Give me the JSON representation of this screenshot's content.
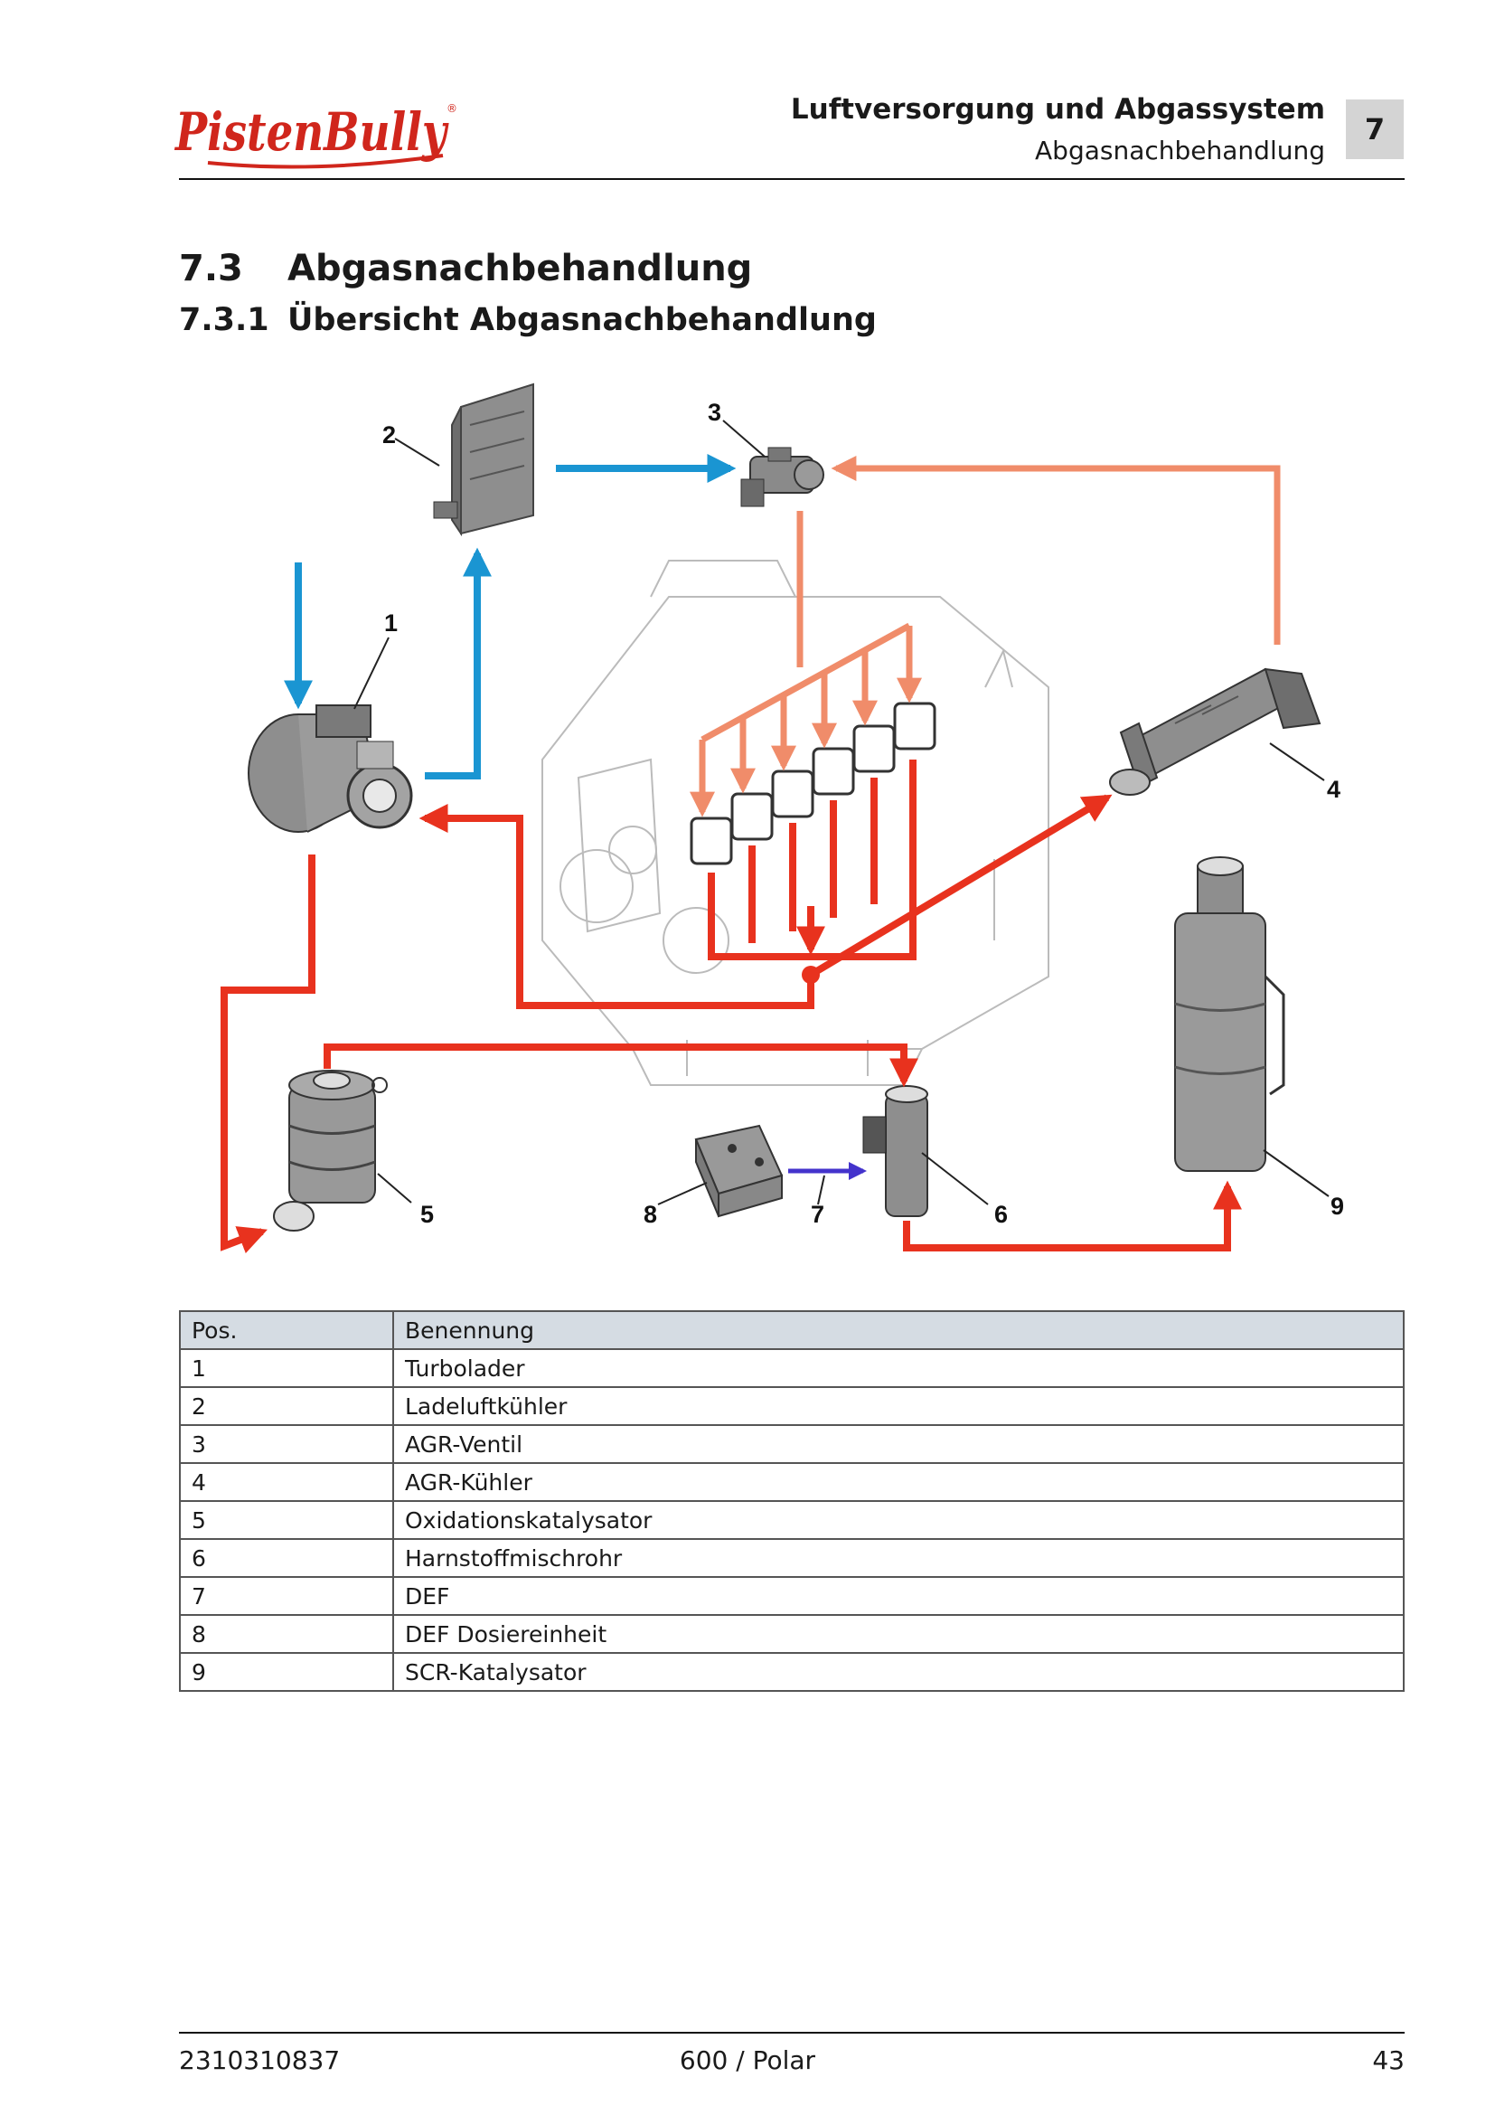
{
  "header": {
    "brand": "PistenBully",
    "title": "Luftversorgung und Abgassystem",
    "subtitle": "Abgasnachbehandlung",
    "chapter": "7"
  },
  "headings": {
    "h1_number": "7.3",
    "h1_text": "Abgasnachbehandlung",
    "h2_number": "7.3.1",
    "h2_text": "Übersicht Abgasnachbehandlung"
  },
  "diagram": {
    "callouts": [
      "1",
      "2",
      "3",
      "4",
      "5",
      "6",
      "7",
      "8",
      "9"
    ],
    "colors": {
      "fresh_air": "#1a95d2",
      "recirculated_exhaust": "#f08c6a",
      "exhaust": "#e8321e",
      "def": "#4433cc",
      "component_fill": "#9a9a9a",
      "engine_outline": "#bbbbbb"
    }
  },
  "table": {
    "headers": [
      "Pos.",
      "Benennung"
    ],
    "rows": [
      [
        "1",
        "Turbolader"
      ],
      [
        "2",
        "Ladeluftkühler"
      ],
      [
        "3",
        "AGR-Ventil"
      ],
      [
        "4",
        "AGR-Kühler"
      ],
      [
        "5",
        "Oxidationskatalysator"
      ],
      [
        "6",
        "Harnstoffmischrohr"
      ],
      [
        "7",
        "DEF"
      ],
      [
        "8",
        "DEF Dosiereinheit"
      ],
      [
        "9",
        "SCR-Katalysator"
      ]
    ]
  },
  "footer": {
    "doc_number": "2310310837",
    "model": "600 / Polar",
    "page": "43"
  }
}
